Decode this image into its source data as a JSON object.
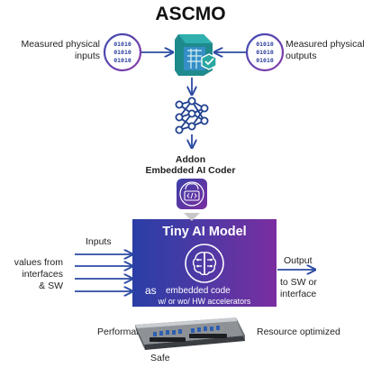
{
  "title": "ASCMO",
  "inputs_label": "Measured physical inputs",
  "outputs_label": "Measured physical outputs",
  "addon": {
    "line1": "Addon",
    "line2": "Embedded AI Coder"
  },
  "model": {
    "title": "Tiny AI Model",
    "as_word": "as",
    "embedded_code": "embedded code",
    "accelerators": "w/ or wo/ HW accelerators"
  },
  "left": {
    "inputs": "Inputs",
    "values_line1": "values from",
    "values_line2": "interfaces",
    "values_line3": "& SW"
  },
  "right": {
    "output": "Output",
    "to_line1": "to SW or",
    "to_line2": "interface"
  },
  "bottom": {
    "performant": "Performant",
    "resource_optimized": "Resource optimized",
    "safe": "Safe"
  },
  "colors": {
    "arrow": "#2b4aa3",
    "ring_gradient": [
      "#3b4bb3",
      "#8a3aa8"
    ],
    "model_gradient": [
      "#2a3ea6",
      "#7a2ea0"
    ],
    "app_icon": "#1f8a8c",
    "network_icon": "#1f3f8f"
  }
}
